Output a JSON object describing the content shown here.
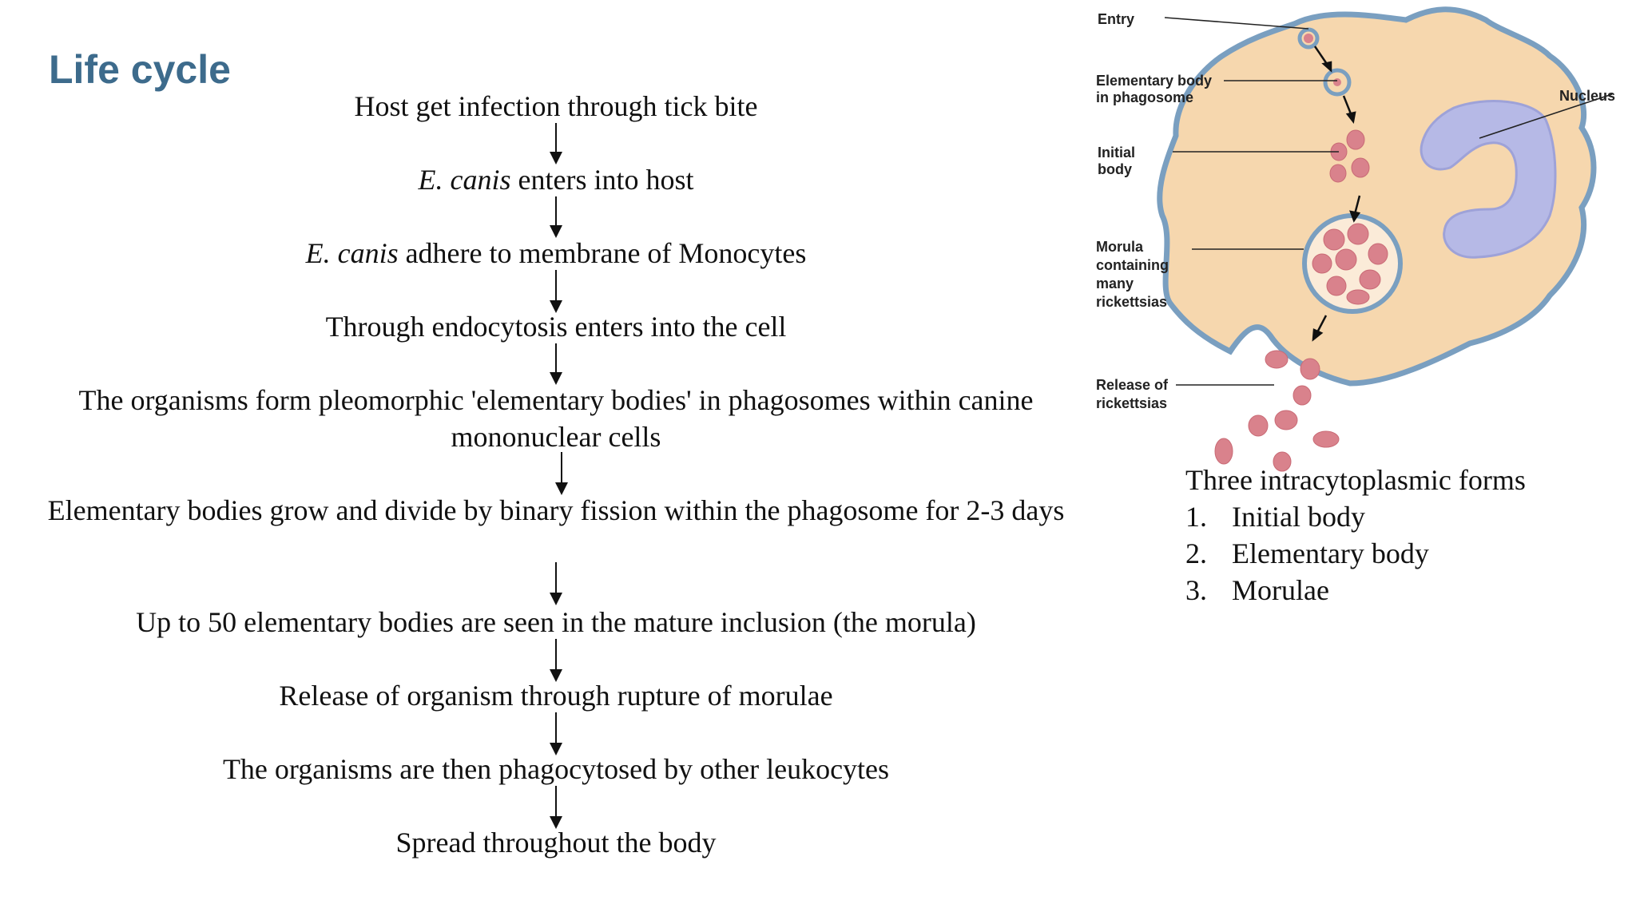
{
  "slide": {
    "title": "Life cycle"
  },
  "flow": {
    "steps": [
      {
        "pre_italic": "",
        "italic": "",
        "text": "Host get infection through tick bite"
      },
      {
        "pre_italic": "",
        "italic": "E. canis",
        "text": " enters into host"
      },
      {
        "pre_italic": "",
        "italic": "E. canis",
        "text": " adhere to membrane of Monocytes"
      },
      {
        "pre_italic": "",
        "italic": "",
        "text": "Through endocytosis enters into the cell"
      },
      {
        "pre_italic": "",
        "italic": "",
        "text": "The organisms form pleomorphic 'elementary bodies' in phagosomes within canine mononuclear cells"
      },
      {
        "pre_italic": "",
        "italic": "",
        "text": "Elementary bodies grow and divide by binary fission within the phagosome for 2-3 days"
      },
      {
        "pre_italic": "",
        "italic": "",
        "text": "Up to 50 elementary bodies are seen in the mature inclusion (the morula)"
      },
      {
        "pre_italic": "",
        "italic": "",
        "text": "Release of organism through rupture of morulae"
      },
      {
        "pre_italic": "",
        "italic": "",
        "text": "The organisms are then phagocytosed by other leukocytes"
      },
      {
        "pre_italic": "",
        "italic": "",
        "text": "Spread throughout the body"
      }
    ]
  },
  "diagram": {
    "labels": {
      "entry": "Entry",
      "eb_phagosome_1": "Elementary body",
      "eb_phagosome_2": "in phagosome",
      "initial_1": "Initial",
      "initial_2": "body",
      "morula_1": "Morula",
      "morula_2": "containing",
      "morula_3": "many",
      "morula_4": "rickettsias",
      "release_1": "Release of",
      "release_2": "rickettsias",
      "nucleus": "Nucleus"
    },
    "colors": {
      "cytoplasm": "#f6d7ae",
      "membrane": "#7a9fc0",
      "nucleus": "#b6b9e6",
      "organism": "#d9828c"
    }
  },
  "forms": {
    "heading": "Three intracytoplasmic forms",
    "items": [
      {
        "num": "1.",
        "label": "Initial body"
      },
      {
        "num": "2.",
        "label": "Elementary body"
      },
      {
        "num": "3.",
        "label": "Morulae"
      }
    ]
  }
}
